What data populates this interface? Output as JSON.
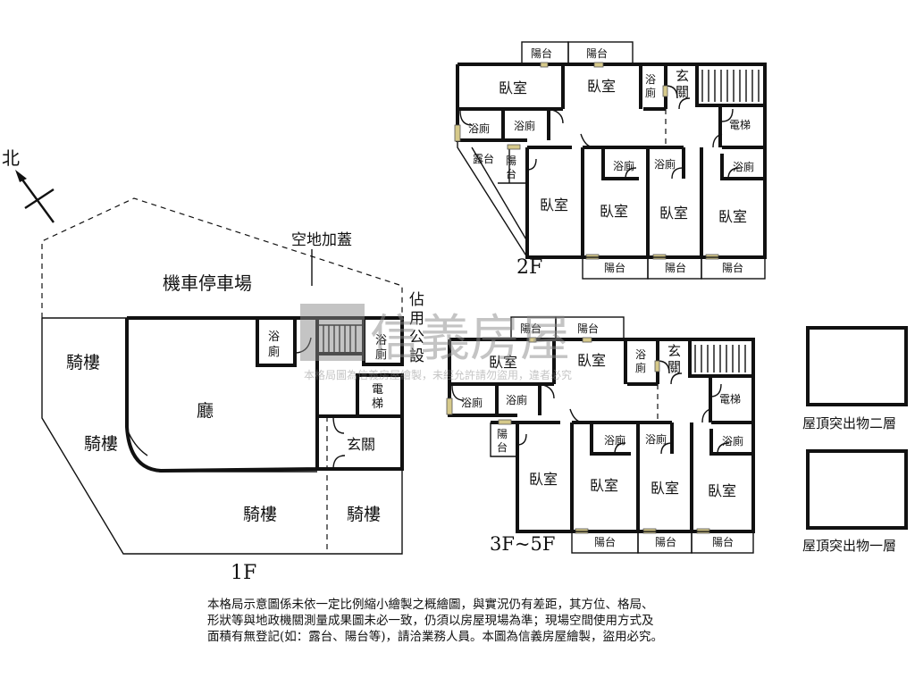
{
  "floor_1": {
    "label": "1F",
    "parking": "機車停車場",
    "vacant_lot": "空地加蓋",
    "public_occupied": [
      "佔",
      "用",
      "公",
      "設"
    ],
    "arcade_left": "騎樓",
    "arcade_curve": "騎樓",
    "arcade_bottom": "騎樓",
    "arcade_right": "騎樓",
    "hall": "廳",
    "bath": [
      "浴",
      "廁"
    ],
    "bath2": [
      "浴",
      "廁"
    ],
    "elevator": [
      "電",
      "梯"
    ],
    "foyer": "玄關"
  },
  "compass": {
    "label": "北"
  },
  "floor_2": {
    "label": "2F",
    "balcony_top_1": "陽台",
    "balcony_top_2": "陽台",
    "bedroom_1": "臥室",
    "bedroom_2": "臥室",
    "bath_small": [
      "浴",
      "廁"
    ],
    "foyer": [
      "玄",
      "關"
    ],
    "bath_left": "浴廁",
    "bath_mid": "浴廁",
    "elevator": "電梯",
    "terrace": "露台",
    "balcony_side": [
      "陽",
      "台"
    ],
    "bath_a": "浴廁",
    "bath_b": "浴廁",
    "bath_c": "浴廁",
    "bedroom_3": "臥室",
    "bedroom_4": "臥室",
    "bedroom_5": "臥室",
    "bedroom_6": "臥室",
    "balcony_bot_1": "陽台",
    "balcony_bot_2": "陽台",
    "balcony_bot_3": "陽台"
  },
  "floor_3_5": {
    "label": "3F~5F",
    "balcony_top_1": "陽台",
    "balcony_top_2": "陽台",
    "bedroom_1": "臥室",
    "bedroom_2": "臥室",
    "bath_small": [
      "浴",
      "廁"
    ],
    "foyer": [
      "玄",
      "關"
    ],
    "bath_left": "浴廁",
    "bath_mid": "浴廁",
    "elevator": "電梯",
    "balcony_side": [
      "陽",
      "台"
    ],
    "bath_a": "浴廁",
    "bath_b": "浴廁",
    "bath_c": "浴廁",
    "bedroom_3": "臥室",
    "bedroom_4": "臥室",
    "bedroom_5": "臥室",
    "bedroom_6": "臥室",
    "balcony_bot_1": "陽台",
    "balcony_bot_2": "陽台",
    "balcony_bot_3": "陽台"
  },
  "roof": {
    "level_2": "屋頂突出物二層",
    "level_1": "屋頂突出物一層"
  },
  "watermark": {
    "brand": "信義房屋",
    "notice": "本格局圖為信義房屋繪製，未經允許請勿盜用，違者必究"
  },
  "disclaimer": [
    "本格局示意圖係未依一定比例縮小繪製之概繪圖，與實況仍有差距，其方位、格局、",
    "形狀等與地政機關測量成果圖未必一致，仍須以房屋現場為準；現場空間使用方式及",
    "面積有無登記(如：露台、陽台等)，請洽業務人員。本圖為信義房屋繪製，盜用必究。"
  ]
}
